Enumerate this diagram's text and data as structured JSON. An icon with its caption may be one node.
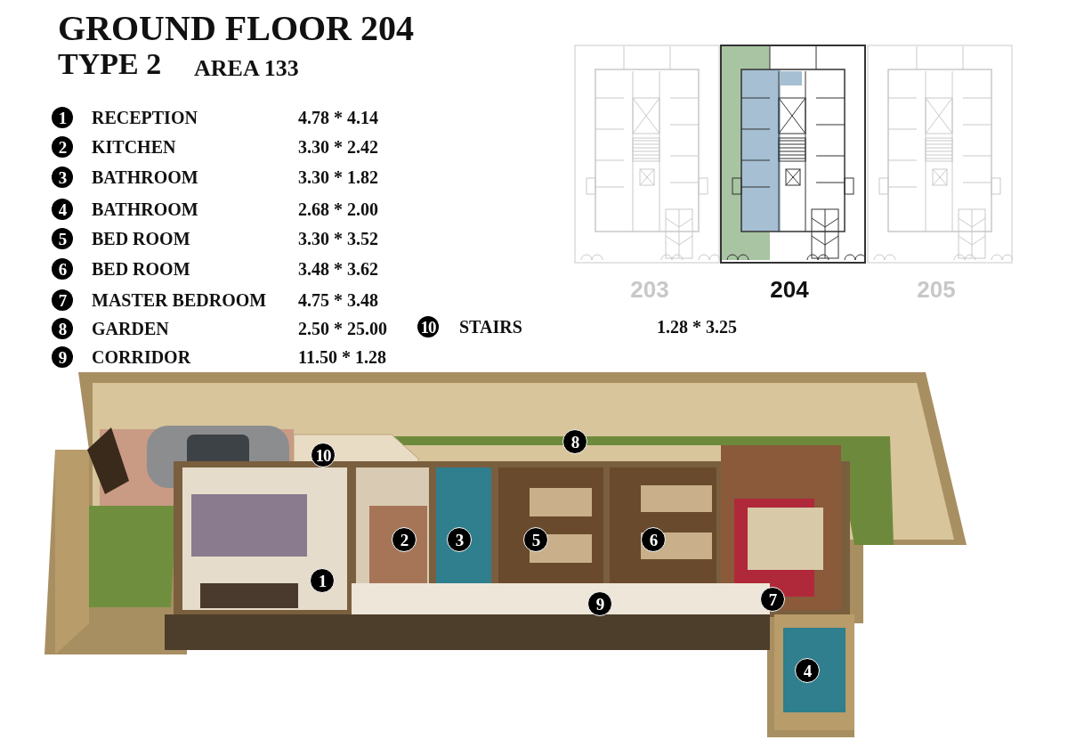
{
  "diagram": {
    "title": "GROUND FLOOR 204",
    "labels": [
      "TYPE 2",
      "AREA 133",
      "1",
      "RECEPTION",
      "4.78 * 4.14",
      "2",
      "KITCHEN",
      "3.30 * 2.42",
      "3",
      "BATHROOM",
      "3.30 * 1.82",
      "4",
      "BATHROOM",
      "2.68 * 2.00",
      "5",
      "BED ROOM",
      "3.30 * 3.52",
      "6",
      "BED ROOM",
      "3.48 * 3.62",
      "7",
      "MASTER BEDROOM",
      "4.75 * 3.48",
      "8",
      "GARDEN",
      "2.50 * 25.00",
      "10",
      "STAIRS",
      "1.28 * 3.25",
      "9",
      "CORRIDOR",
      "11.50 * 1.28",
      "203",
      "204",
      "205",
      "8",
      "10",
      "2",
      "3",
      "5",
      "6",
      "1",
      "9",
      "7",
      "4"
    ]
  }
}
